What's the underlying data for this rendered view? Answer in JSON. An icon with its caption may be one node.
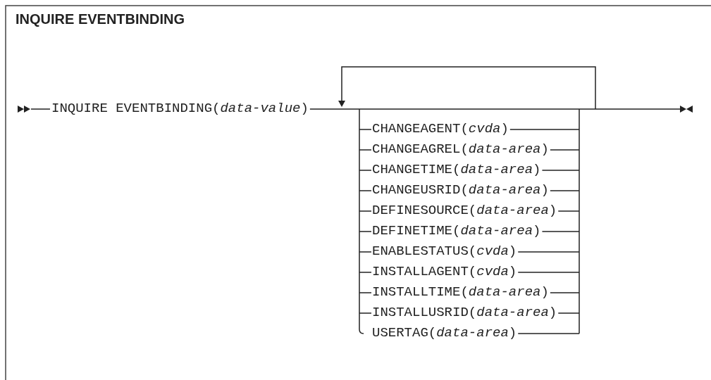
{
  "diagram": {
    "title": "INQUIRE EVENTBINDING",
    "labels": [
      "INQUIRE EVENTBINDING(*data-value*)",
      "CHANGEAGENT(*cvda*)",
      "CHANGEAGREL(*data-area*)",
      "CHANGETIME(*data-area*)",
      "CHANGEUSRID(*data-area*)",
      "DEFINESOURCE(*data-area*)",
      "DEFINETIME(*data-area*)",
      "ENABLESTATUS(*cvda*)",
      "INSTALLAGENT(*cvda*)",
      "INSTALLTIME(*data-area*)",
      "INSTALLUSRID(*data-area*)",
      "USERTAG(*data-area*)"
    ]
  }
}
